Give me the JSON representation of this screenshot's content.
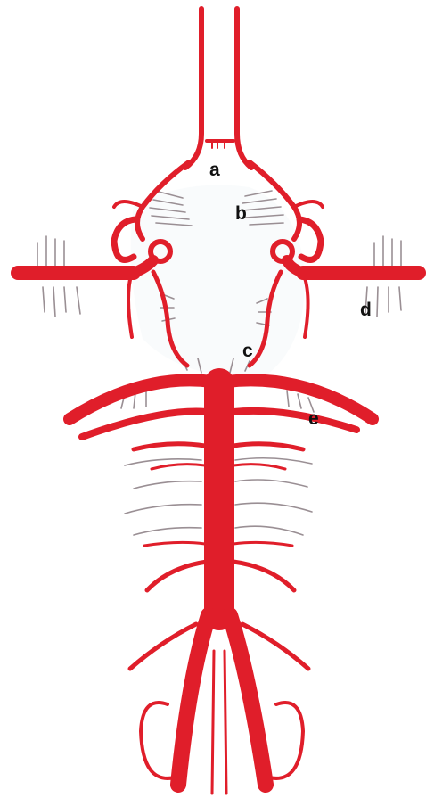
{
  "diagram": {
    "labels": {
      "a": "a",
      "b": "b",
      "c": "c",
      "d": "d",
      "e": "e"
    },
    "colors": {
      "artery": "#e01e2a",
      "branch": "#e01e2a",
      "perforator": "#9a8f94",
      "background": "#ffffff",
      "label": "#111111"
    }
  }
}
